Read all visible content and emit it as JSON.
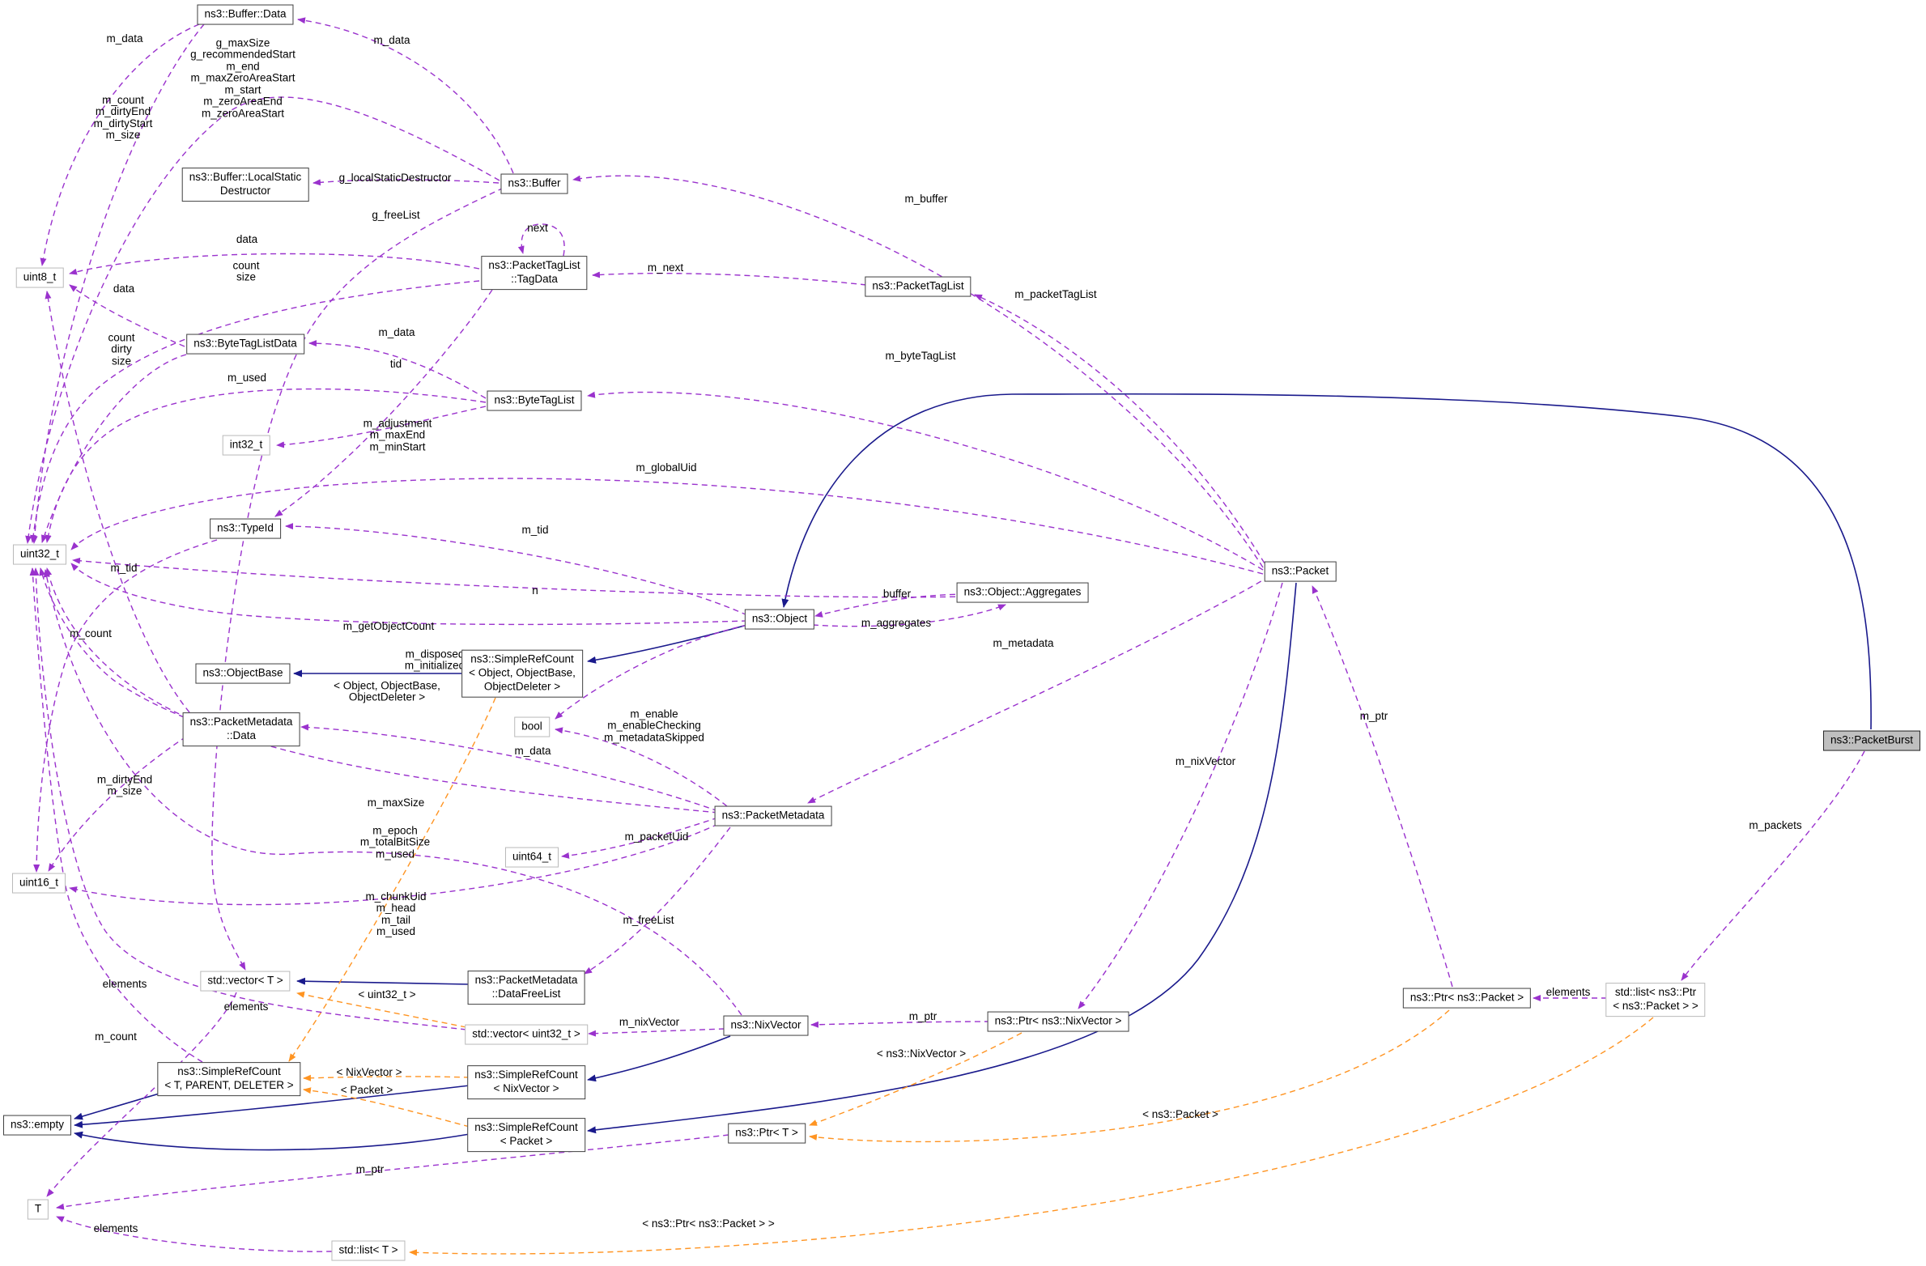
{
  "diagram": {
    "title": "ns3::PacketBurst collaboration graph",
    "subject": "ns3::PacketBurst",
    "colors": {
      "member_edge": "#9a32cd",
      "template_edge": "#ff9422",
      "inheritance_edge": "#1a1a8c",
      "subject_fill": "#bfbfbf",
      "class_border": "#3f3f3f",
      "primitive_border": "#b9b9b9"
    },
    "nodes": {
      "buffer_data": "ns3::Buffer::Data",
      "local_static": "ns3::Buffer::LocalStatic\nDestructor",
      "buffer": "ns3::Buffer",
      "tagdata": "ns3::PacketTagList\n::TagData",
      "packettaglist": "ns3::PacketTagList",
      "uint8": "uint8_t",
      "bytetaglistdata": "ns3::ByteTagListData",
      "bytetaglist": "ns3::ByteTagList",
      "int32": "int32_t",
      "typeid": "ns3::TypeId",
      "uint32": "uint32_t",
      "object": "ns3::Object",
      "aggregates": "ns3::Object::Aggregates",
      "packet": "ns3::Packet",
      "src_object": "ns3::SimpleRefCount\n< Object, ObjectBase,\nObjectDeleter >",
      "objectbase": "ns3::ObjectBase",
      "pmd_data": "ns3::PacketMetadata\n::Data",
      "bool": "bool",
      "packetmetadata": "ns3::PacketMetadata",
      "uint64": "uint64_t",
      "uint16": "uint16_t",
      "vector_t": "std::vector< T >",
      "datafreelist": "ns3::PacketMetadata\n::DataFreeList",
      "vector_u32": "std::vector< uint32_t >",
      "nixvector": "ns3::NixVector",
      "ptr_nix": "ns3::Ptr< ns3::NixVector >",
      "src_tpd": "ns3::SimpleRefCount\n< T, PARENT, DELETER >",
      "src_nix": "ns3::SimpleRefCount\n< NixVector >",
      "src_pkt": "ns3::SimpleRefCount\n< Packet >",
      "empty": "ns3::empty",
      "ptr_t": "ns3::Ptr< T >",
      "ptr_packet": "ns3::Ptr< ns3::Packet >",
      "list_ptr": "std::list< ns3::Ptr\n< ns3::Packet > >",
      "packetburst": "ns3::PacketBurst",
      "t": "T",
      "list_t": "std::list< T >"
    },
    "labels": {
      "l1": "m_data",
      "l2": "g_maxSize\ng_recommendedStart\nm_end\nm_maxZeroAreaStart\nm_start\nm_zeroAreaEnd\nm_zeroAreaStart",
      "l3": "m_count\nm_dirtyEnd\nm_dirtyStart\nm_size",
      "l4": "m_data",
      "l5": "g_localStaticDestructor",
      "l6": "g_freeList",
      "l7": "next",
      "l8": "data",
      "l9": "count\nsize",
      "l10": "m_next",
      "l11": "m_buffer",
      "l12": "m_packetTagList",
      "l13": "data",
      "l14": "count\ndirty\nsize",
      "l15": "m_data",
      "l16": "m_used",
      "l17": "tid",
      "l18": "m_byteTagList",
      "l19": "m_adjustment\nm_maxEnd\nm_minStart",
      "l20": "m_globalUid",
      "l21": "m_tid",
      "l22": "n",
      "l23": "m_tid",
      "l24": "buffer",
      "l25": "m_aggregates",
      "l26": "m_getObjectCount",
      "l27": "m_metadata",
      "l28": "m_disposed\nm_initialized",
      "l29": "< Object, ObjectBase,\nObjectDeleter >",
      "l30": "m_enable\nm_enableChecking\nm_metadataSkipped",
      "l31": "m_data",
      "l32": "m_count",
      "l33": "m_dirtyEnd\nm_size",
      "l34": "m_maxSize",
      "l35": "m_epoch\nm_totalBitSize\nm_used",
      "l36": "m_packetUid",
      "l37": "m_chunkUid\nm_head\nm_tail\nm_used",
      "l38": "m_freeList",
      "l39": "elements",
      "l40": "elements",
      "l41": "< uint32_t >",
      "l42": "m_nixVector",
      "l43": "m_nixVector",
      "l44": "m_ptr",
      "l45": "m_ptr",
      "l46": "< ns3::NixVector >",
      "l47": "m_count",
      "l48": "< NixVector >",
      "l49": "< Packet >",
      "l50": "< ns3::Packet >",
      "l51": "m_ptr",
      "l52": "elements",
      "l53": "elements",
      "l54": "m_packets",
      "l55": "< ns3::Ptr< ns3::Packet > >"
    }
  }
}
